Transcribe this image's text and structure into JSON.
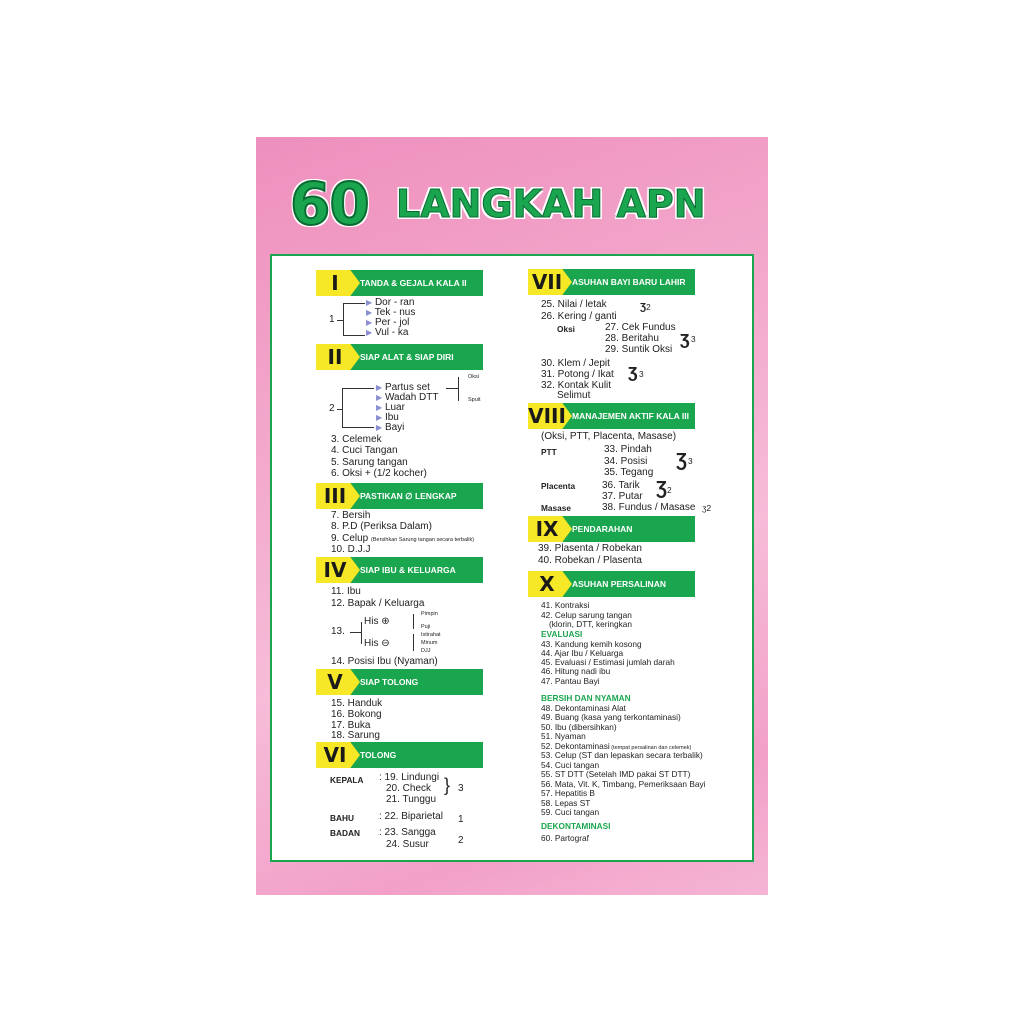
{
  "title": {
    "number": "60",
    "text": "LANGKAH APN"
  },
  "colors": {
    "green": "#1aa64e",
    "yellow": "#f6e827",
    "pink": "#f3a9cc"
  },
  "s1": {
    "num": "I",
    "title": "TANDA & GEJALA KALA II",
    "root": "1",
    "items": [
      "Dor - ran",
      "Tek - nus",
      "Per - jol",
      "Vul - ka"
    ]
  },
  "s2": {
    "num": "II",
    "title": "SIAP ALAT & SIAP DIRI",
    "root": "2",
    "items": [
      "Partus set",
      "Wadah DTT",
      "Luar",
      "Ibu",
      "Bayi"
    ],
    "sub": [
      "Oksi",
      "Spuit"
    ],
    "list": [
      "3. Celemek",
      "4. Cuci Tangan",
      "5. Sarung tangan",
      "6. Oksi + (1/2 kocher)"
    ]
  },
  "s3": {
    "num": "III",
    "title": "PASTIKAN ∅ LENGKAP",
    "list": [
      "7. Bersih",
      "8. P.D (Periksa Dalam)",
      "9. Celup",
      "10. D.J.J"
    ],
    "note": "(Bersihkan Sarung tangan secara terbalik)"
  },
  "s4": {
    "num": "IV",
    "title": "SIAP IBU & KELUARGA",
    "list": [
      "11. Ibu",
      "12. Bapak / Keluarga",
      "13.",
      "14. Posisi Ibu (Nyaman)"
    ],
    "his_plus": "His ⊕",
    "his_minus": "His ⊖",
    "plus_sub": [
      "Pimpin",
      "Puji"
    ],
    "minus_sub": [
      "Istirahat",
      "Minum",
      "DJJ"
    ]
  },
  "s5": {
    "num": "V",
    "title": "SIAP TOLONG",
    "list": [
      "15. Handuk",
      "16. Bokong",
      "17. Buka",
      "18. Sarung"
    ]
  },
  "s6": {
    "num": "VI",
    "title": "TOLONG",
    "groups": [
      {
        "label": "KEPALA",
        "items": [
          ": 19. Lindungi",
          "20. Check",
          "21. Tunggu"
        ],
        "count": "3"
      },
      {
        "label": "BAHU",
        "items": [
          ": 22. Biparietal"
        ],
        "count": "1"
      },
      {
        "label": "BADAN",
        "items": [
          ": 23. Sangga",
          "24. Susur"
        ],
        "count": "2"
      }
    ]
  },
  "s7": {
    "num": "VII",
    "title": "ASUHAN BAYI BARU LAHIR",
    "a": [
      "25. Nilai / letak",
      "26. Kering / ganti"
    ],
    "a_count": "2",
    "oksi": "Oksi",
    "b": [
      "27. Cek Fundus",
      "28. Beritahu",
      "29. Suntik Oksi"
    ],
    "b_count": "3",
    "c": [
      "30. Klem / Jepit",
      "31. Potong / Ikat",
      "32. Kontak Kulit",
      "Selimut"
    ],
    "c_count": "3"
  },
  "s8": {
    "num": "VIII",
    "title": "MANAJEMEN AKTIF KALA III",
    "intro": "(Oksi, PTT, Placenta, Masase)",
    "ptt": "PTT",
    "ptt_items": [
      "33. Pindah",
      "34. Posisi",
      "35. Tegang"
    ],
    "ptt_count": "3",
    "placenta": "Placenta",
    "placenta_items": [
      "36. Tarik",
      "37. Putar"
    ],
    "placenta_count": "2",
    "masase": "Masase",
    "masase_items": [
      "38. Fundus / Masase"
    ],
    "masase_count": "2"
  },
  "s9": {
    "num": "IX",
    "title": "PENDARAHAN",
    "list": [
      "39. Plasenta / Robekan",
      "40. Robekan / Plasenta"
    ]
  },
  "s10": {
    "num": "X",
    "title": "ASUHAN PERSALINAN",
    "a": [
      "41. Kontraksi",
      "42. Celup sarung tangan",
      "(klorin, DTT, keringkan"
    ],
    "eval": "EVALUASI",
    "b": [
      "43. Kandung kemih kosong",
      "44. Ajar Ibu / Keluarga",
      "45. Evaluasi / Estimasi jumlah darah",
      "46. Hitung nadi ibu",
      "47. Pantau Bayi"
    ],
    "bersih": "BERSIH DAN NYAMAN",
    "c": [
      "48. Dekontaminasi Alat",
      "49. Buang (kasa yang terkontaminasi)",
      "50. Ibu (dibersihkan)",
      "51. Nyaman",
      "52. Dekontaminasi",
      "53. Celup (ST dan lepaskan secara terbalik)",
      "54. Cuci tangan",
      "55. ST DTT (Setelah IMD pakai ST DTT)",
      "56. Mata, Vit. K, Timbang, Pemeriksaan Bayi",
      "57. Hepatitis B",
      "58. Lepas ST",
      "59. Cuci tangan"
    ],
    "c52_note": "(tempat persalinan dan celemek)",
    "dekon": "DEKONTAMINASI",
    "d": [
      "60. Partograf"
    ]
  }
}
